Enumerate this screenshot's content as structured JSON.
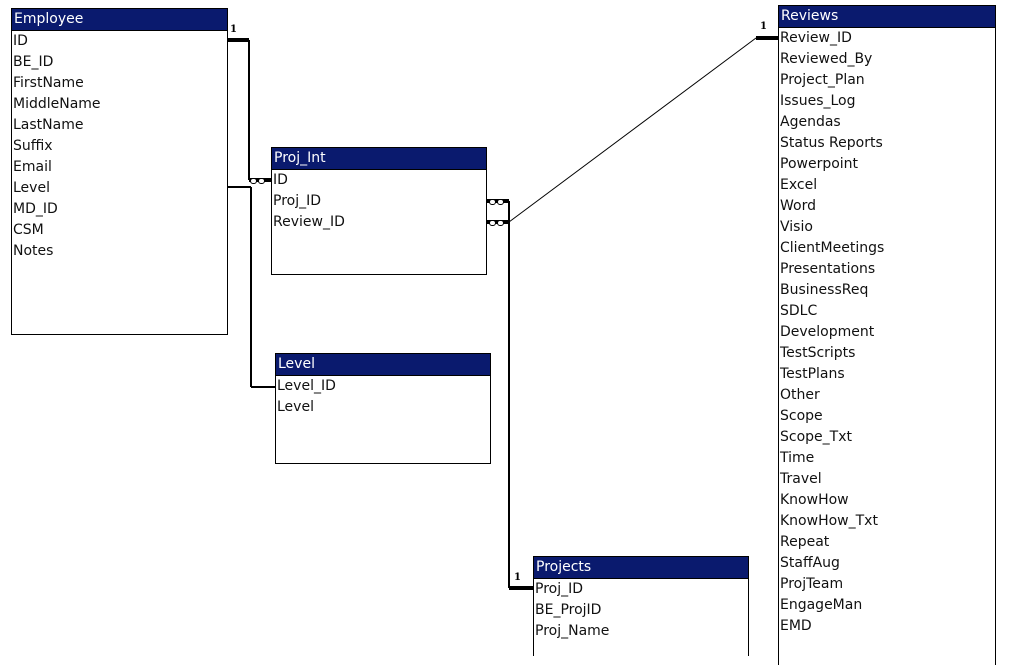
{
  "diagram": {
    "type": "relationships",
    "tables": {
      "employee": {
        "title": "Employee",
        "fields": [
          "ID",
          "BE_ID",
          "FirstName",
          "MiddleName",
          "LastName",
          "Suffix",
          "Email",
          "Level",
          "MD_ID",
          "CSM",
          "Notes"
        ]
      },
      "proj_int": {
        "title": "Proj_Int",
        "fields": [
          "ID",
          "Proj_ID",
          "Review_ID"
        ]
      },
      "level": {
        "title": "Level",
        "fields": [
          "Level_ID",
          "Level"
        ]
      },
      "projects": {
        "title": "Projects",
        "fields": [
          "Proj_ID",
          "BE_ProjID",
          "Proj_Name"
        ]
      },
      "reviews": {
        "title": "Reviews",
        "fields": [
          "Review_ID",
          "Reviewed_By",
          "Project_Plan",
          "Issues_Log",
          "Agendas",
          "Status Reports",
          "Powerpoint",
          "Excel",
          "Word",
          "Visio",
          "ClientMeetings",
          "Presentations",
          "BusinessReq",
          "SDLC",
          "Development",
          "TestScripts",
          "TestPlans",
          "Other",
          "Scope",
          "Scope_Txt",
          "Time",
          "Travel",
          "KnowHow",
          "KnowHow_Txt",
          "Repeat",
          "StaffAug",
          "ProjTeam",
          "EngageMan",
          "EMD"
        ]
      }
    },
    "relationships": [
      {
        "from": "Employee.ID",
        "to": "Proj_Int.ID",
        "from_cardinality": "1",
        "to_cardinality": "∞"
      },
      {
        "from": "Employee.Level",
        "to": "Level.Level_ID",
        "from_cardinality": "",
        "to_cardinality": ""
      },
      {
        "from": "Reviews.Review_ID",
        "to": "Proj_Int.Review_ID",
        "from_cardinality": "1",
        "to_cardinality": "∞"
      },
      {
        "from": "Projects.Proj_ID",
        "to": "Proj_Int.Proj_ID",
        "from_cardinality": "1",
        "to_cardinality": "∞"
      }
    ],
    "cardinality_labels": {
      "one": "1"
    },
    "colors": {
      "title_bar": "#0a1a6e",
      "title_text": "#ffffff",
      "line": "#000000"
    }
  }
}
